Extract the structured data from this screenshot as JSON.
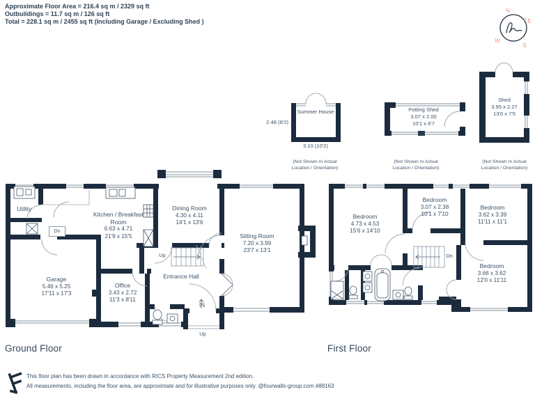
{
  "header": {
    "line1": "Approximate Floor Area = 216.4 sq m / 2329 sq ft",
    "line2": "Outbuildings = 11.7 sq m / 126 sq ft",
    "line3": "Total = 228.1 sq m / 2455 sq ft (Including Garage / Excluding Shed )"
  },
  "compass": {
    "n": "N",
    "e": "E",
    "s": "S",
    "w": "W"
  },
  "outbuildings": {
    "summer_house": {
      "name": "Summer House",
      "dim_side": "2.48 (8'2)",
      "dim_bottom": "3.10 (10'2)",
      "note": "(Not Shown In Actual Location / Orientation)"
    },
    "potting_shed": {
      "name": "Potting Shed",
      "dim_m": "3.07 x 2.00",
      "dim_ft": "10'1 x 6'7",
      "note": "(Not Shown In Actual Location / Orientation)"
    },
    "shed": {
      "name": "Shed",
      "dim_m": "3.95 x 2.27",
      "dim_ft": "13'0 x 7'5",
      "note": "(Not Shown In Actual Location / Orientation)"
    }
  },
  "ground_floor": {
    "title": "Ground Floor",
    "rooms": {
      "utility": {
        "name": "Utility"
      },
      "kitchen": {
        "name": "Kitchen / Breakfast Room",
        "dim_m": "6.63 x 4.71",
        "dim_ft": "21'9 x 15'5"
      },
      "dining": {
        "name": "Dining Room",
        "dim_m": "4.30 x 4.11",
        "dim_ft": "14'1 x 13'6"
      },
      "sitting": {
        "name": "Sitting Room",
        "dim_m": "7.20 x 3.99",
        "dim_ft": "23'7 x 13'1"
      },
      "garage": {
        "name": "Garage",
        "dim_m": "5.46 x 5.25",
        "dim_ft": "17'11 x 17'3"
      },
      "office": {
        "name": "Office",
        "dim_m": "3.43 x 2.72",
        "dim_ft": "11'3 x 8'11"
      },
      "entrance": {
        "name": "Entrance Hall"
      }
    },
    "labels": {
      "dn": "Dn",
      "up": "Up",
      "entry": "IN",
      "up_outside": "Up"
    }
  },
  "first_floor": {
    "title": "First Floor",
    "rooms": {
      "bedroom1": {
        "name": "Bedroom",
        "dim_m": "4.73 x 4.53",
        "dim_ft": "15'6 x 14'10"
      },
      "bedroom2": {
        "name": "Bedroom",
        "dim_m": "3.07 x 2.38",
        "dim_ft": "10'1 x 7'10"
      },
      "bedroom3": {
        "name": "Bedroom",
        "dim_m": "3.62 x 3.39",
        "dim_ft": "11'11 x 11'1"
      },
      "bedroom4": {
        "name": "Bedroom",
        "dim_m": "3.66 x 3.62",
        "dim_ft": "12'0 x 11'11"
      }
    },
    "labels": {
      "dn": "Dn"
    }
  },
  "footer": {
    "line1": "This floor plan has been drawn in accordance with RICS Property Measurement 2nd edition.",
    "line2": "All measurements, including the floor area, are approximate and for illustrative purposes only. @fourwalls-group.com #88163"
  },
  "colors": {
    "wall": "#1c2c3e",
    "text": "#3d5166",
    "compass_letters": "#ee8d8d"
  }
}
